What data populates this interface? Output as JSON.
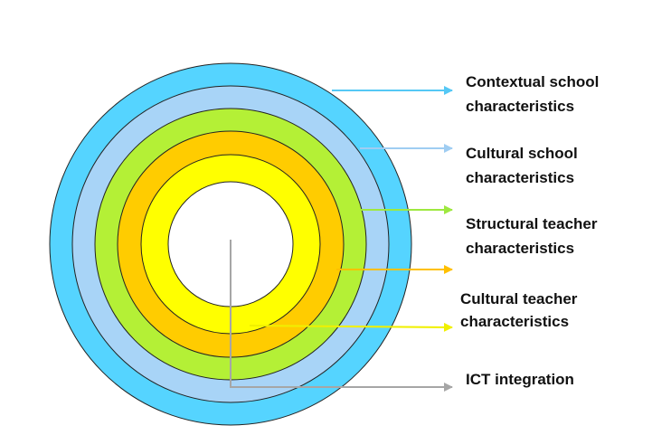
{
  "diagram": {
    "rings": [
      {
        "name": "contextual-school",
        "color": "#55d4ff"
      },
      {
        "name": "cultural-school",
        "color": "#a8d4f7"
      },
      {
        "name": "structural-teacher",
        "color": "#b4f036"
      },
      {
        "name": "cultural-teacher-outer",
        "color": "#ffcc00"
      },
      {
        "name": "cultural-teacher-inner",
        "color": "#ffff00"
      },
      {
        "name": "center",
        "color": "#ffffff"
      }
    ],
    "labels": {
      "contextual_school": {
        "line1": "Contextual school",
        "line2": "characteristics",
        "arrow_color": "#55c8f5"
      },
      "cultural_school": {
        "line1": "Cultural school",
        "line2": "characteristics",
        "arrow_color": "#9fcdf2"
      },
      "structural_teacher": {
        "line1": "Structural teacher",
        "line2": "characteristics",
        "arrow_color": "#9ee840"
      },
      "cultural_teacher": {
        "line1": "Cultural teacher",
        "line2": "characteristics",
        "arrow_color_orange": "#ffc000",
        "arrow_color_yellow": "#f0f000"
      },
      "ict_integration": {
        "line1": "ICT integration",
        "arrow_color": "#a6a6a6"
      }
    }
  }
}
